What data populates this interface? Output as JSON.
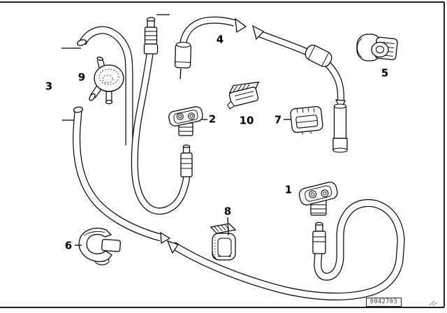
{
  "diagram": {
    "kind": "hose-and-nozzle parts diagram",
    "background_color": "#ffffff",
    "line_color": "#000000",
    "stamp": "0042703",
    "parts": [
      {
        "num": "1",
        "icon": "washer-jet-nozzle-drawing"
      },
      {
        "num": "2",
        "icon": "washer-jet-nozzle-drawing"
      },
      {
        "num": "3",
        "icon": "hose-drawing"
      },
      {
        "num": "4",
        "icon": "hose-drawing"
      },
      {
        "num": "5",
        "icon": "hose-clamp-drawing"
      },
      {
        "num": "6",
        "icon": "clip-drawing"
      },
      {
        "num": "7",
        "icon": "connector-drawing"
      },
      {
        "num": "8",
        "icon": "clip-drawing"
      },
      {
        "num": "9",
        "icon": "check-valve-drawing"
      },
      {
        "num": "10",
        "icon": "connector-drawing"
      }
    ]
  }
}
